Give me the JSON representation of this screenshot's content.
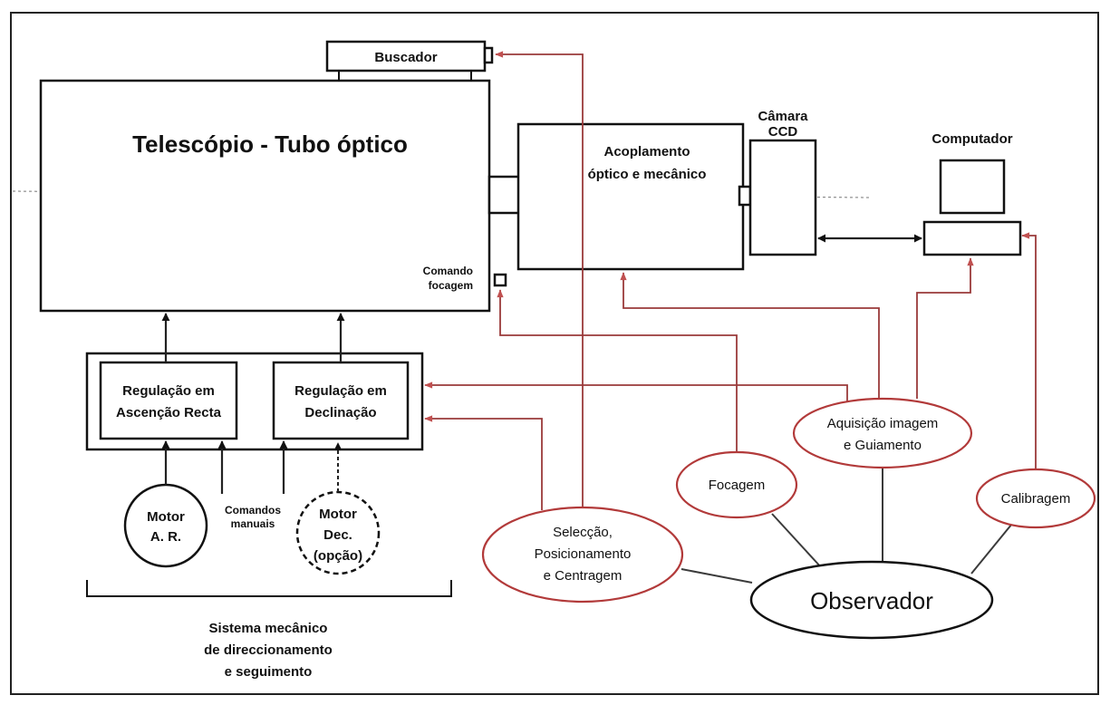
{
  "labels": {
    "buscador": "Buscador",
    "telescopio": "Telescópio - Tubo óptico",
    "acoplamento_1": "Acoplamento",
    "acoplamento_2": "óptico e mecânico",
    "camara_1": "Câmara",
    "camara_2": "CCD",
    "computador": "Computador",
    "comando_1": "Comando",
    "comando_2": "focagem",
    "reg_ar_1": "Regulação em",
    "reg_ar_2": "Ascenção Recta",
    "reg_dec_1": "Regulação em",
    "reg_dec_2": "Declinação",
    "motor_ar_1": "Motor",
    "motor_ar_2": "A. R.",
    "comandos_1": "Comandos",
    "comandos_2": "manuais",
    "motor_dec_1": "Motor",
    "motor_dec_2": "Dec.",
    "motor_dec_3": "(opção)",
    "sistema_1": "Sistema mecânico",
    "sistema_2": "de direccionamento",
    "sistema_3": "e seguimento",
    "seleccao_1": "Selecção,",
    "seleccao_2": "Posicionamento",
    "seleccao_3": "e Centragem",
    "focagem": "Focagem",
    "aquisicao_1": "Aquisição imagem",
    "aquisicao_2": "e Guiamento",
    "calibragem": "Calibragem",
    "observador": "Observador"
  }
}
